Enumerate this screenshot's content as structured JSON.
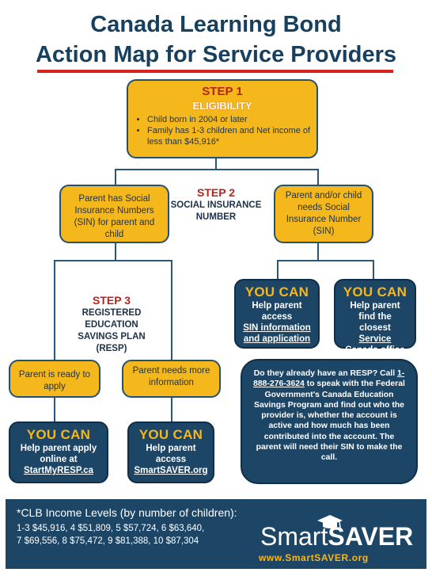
{
  "header": {
    "title_line1": "Canada Learning Bond",
    "title_line2": "Action Map for Service Providers"
  },
  "step1": {
    "label": "STEP 1",
    "heading": "ELIGIBILITY",
    "bullets": [
      "Child born in 2004 or later",
      "Family has 1-3 children and Net income of less than $45,916*"
    ]
  },
  "step2": {
    "label": "STEP 2",
    "heading": "SOCIAL INSURANCE NUMBER",
    "left_box": "Parent has Social Insurance Numbers (SIN) for parent and child",
    "right_box": "Parent and/or child needs Social Insurance Number (SIN)"
  },
  "step3": {
    "label": "STEP 3",
    "heading": "REGISTERED EDUCATION SAVINGS PLAN (RESP)",
    "ready_box": "Parent is ready to apply",
    "needs_box": "Parent needs more information"
  },
  "youcan": {
    "label": "YOU CAN",
    "sin_pre": "Help parent access",
    "sin_link": "SIN information and application",
    "office_pre": "Help parent find the closest",
    "office_link": "Service Canada office",
    "apply_pre": "Help parent apply online at",
    "apply_link": "StartMyRESP.ca",
    "access_pre": "Help parent access",
    "access_link": "SmartSAVER.org"
  },
  "resp_info": {
    "part1": "Do they already have an RESP? Call ",
    "phone": "1-888-276-3624",
    "part2": " to speak with the Federal Government's Canada Education Savings Program and find out who the provider is, whether the account is active and how much has been contributed into the account. The parent will need their SIN to make the call."
  },
  "footer": {
    "heading": "*CLB Income Levels (by number of children):",
    "line1": "1-3 $45,916, 4 $51,809, 5 $57,724, 6 $63,640,",
    "line2": "7 $69,556, 8 $75,472, 9 $81,388, 10 $87,304"
  },
  "logo": {
    "word_smart": "Smart",
    "word_saver": "SAVER",
    "url": "www.SmartSAVER.org"
  },
  "colors": {
    "navy": "#1d4566",
    "gold": "#f5b81c",
    "red": "#b3251d",
    "rule": "#d8231f"
  }
}
